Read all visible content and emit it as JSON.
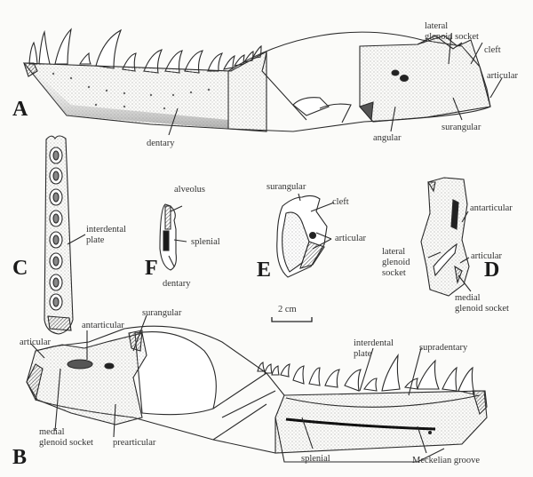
{
  "figure": {
    "panels": {
      "A": {
        "letter": "A",
        "labels": {
          "lateral_glenoid_socket_1": "lateral",
          "lateral_glenoid_socket_2": "glenoid socket",
          "cleft": "cleft",
          "articular": "articular",
          "surangular": "surangular",
          "angular": "angular",
          "dentary": "dentary"
        }
      },
      "B": {
        "letter": "B",
        "labels": {
          "articular": "articular",
          "antarticular": "antarticular",
          "surangular": "surangular",
          "medial_glenoid_socket_1": "medial",
          "medial_glenoid_socket_2": "glenoid socket",
          "prearticular": "prearticular",
          "interdental_plate_1": "interdental",
          "interdental_plate_2": "plate",
          "supradentary": "supradentary",
          "splenial": "splenial",
          "meckelian_groove": "Meckelian groove"
        }
      },
      "C": {
        "letter": "C",
        "labels": {
          "interdental_plate_1": "interdental",
          "interdental_plate_2": "plate"
        }
      },
      "D": {
        "letter": "D",
        "labels": {
          "antarticular": "antarticular",
          "lateral_1": "lateral",
          "lateral_2": "glenoid",
          "lateral_3": "socket",
          "articular": "articular",
          "medial_1": "medial",
          "medial_2": "glenoid socket"
        }
      },
      "E": {
        "letter": "E",
        "labels": {
          "surangular": "surangular",
          "cleft": "cleft",
          "articular": "articular"
        }
      },
      "F": {
        "letter": "F",
        "labels": {
          "alveolus": "alveolus",
          "splenial": "splenial",
          "dentary": "dentary"
        }
      }
    },
    "scale_bar": {
      "label": "2 cm"
    },
    "colors": {
      "ink": "#2a2a2a",
      "stipple": "#9a9a9a",
      "background": "#fbfbf9"
    }
  }
}
